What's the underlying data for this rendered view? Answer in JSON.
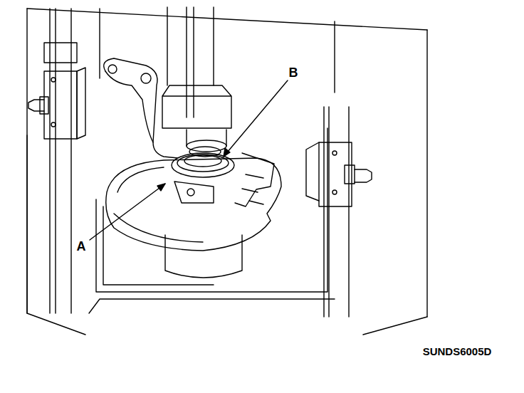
{
  "diagram": {
    "labels": [
      "A",
      "B",
      "SUNDS6005D"
    ]
  }
}
